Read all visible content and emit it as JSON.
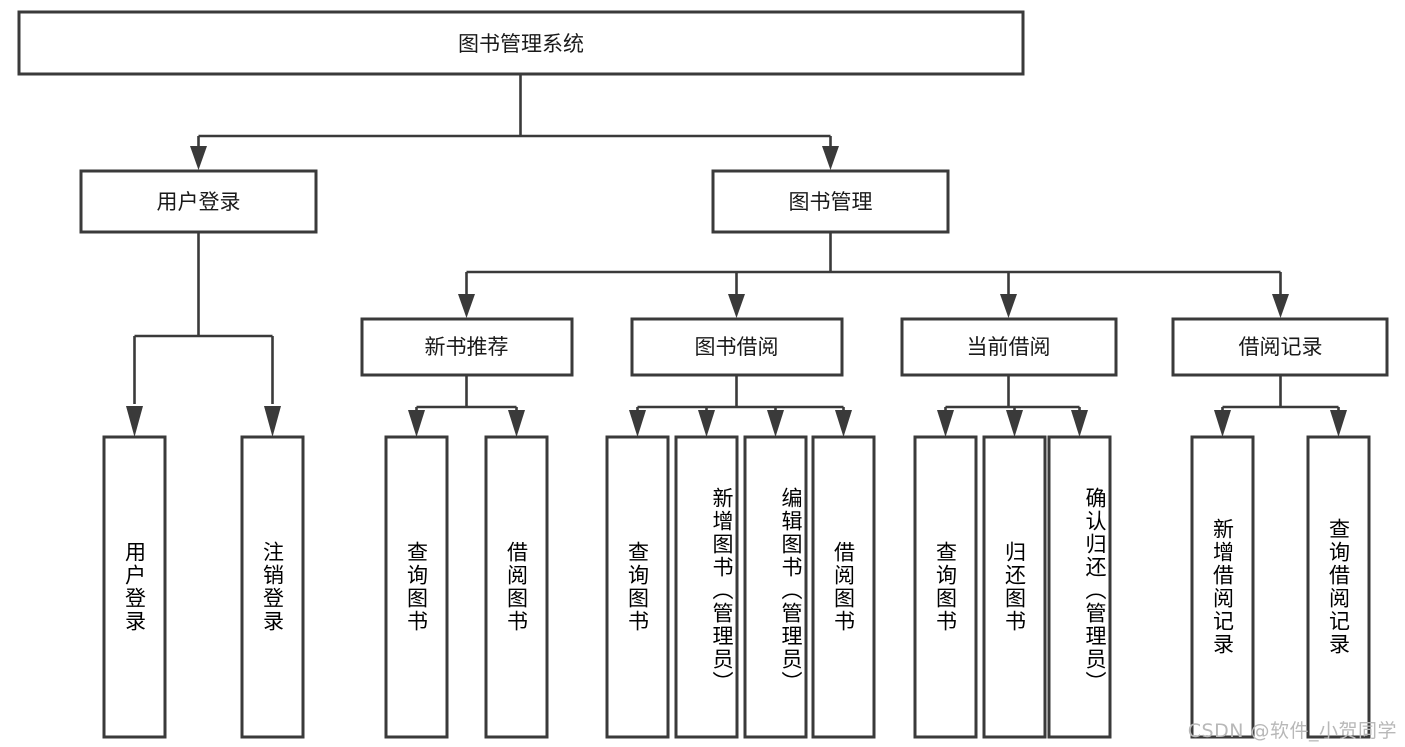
{
  "diagram": {
    "title": "图书管理系统",
    "watermark": "CSDN @软件_小贺同学",
    "line_color": "#3a3a3a",
    "box_fill": "#ffffff",
    "text_color": "#1a1a1a",
    "watermark_color": "#b8b8b8",
    "root": {
      "id": "root",
      "label": "图书管理系统",
      "level": 1,
      "orientation": "horizontal"
    },
    "level2": [
      {
        "id": "user-login",
        "label": "用户登录",
        "level": 2,
        "orientation": "horizontal"
      },
      {
        "id": "book-manage",
        "label": "图书管理",
        "level": 2,
        "orientation": "horizontal"
      }
    ],
    "level3": [
      {
        "id": "new-book-rec",
        "label": "新书推荐",
        "level": 3,
        "orientation": "horizontal",
        "parent": "book-manage"
      },
      {
        "id": "book-borrow",
        "label": "图书借阅",
        "level": 3,
        "orientation": "horizontal",
        "parent": "book-manage"
      },
      {
        "id": "current-borrow",
        "label": "当前借阅",
        "level": 3,
        "orientation": "horizontal",
        "parent": "book-manage"
      },
      {
        "id": "borrow-record",
        "label": "借阅记录",
        "level": 3,
        "orientation": "horizontal",
        "parent": "book-manage"
      }
    ],
    "leaves": [
      {
        "id": "leaf-user-login",
        "label": "用户登录",
        "parent": "user-login",
        "orientation": "vertical"
      },
      {
        "id": "leaf-logout-login",
        "label": "注销登录",
        "parent": "user-login",
        "orientation": "vertical"
      },
      {
        "id": "leaf-query-book-1",
        "label": "查询图书",
        "parent": "new-book-rec",
        "orientation": "vertical"
      },
      {
        "id": "leaf-borrow-book-1",
        "label": "借阅图书",
        "parent": "new-book-rec",
        "orientation": "vertical"
      },
      {
        "id": "leaf-query-book-2",
        "label": "查询图书",
        "parent": "book-borrow",
        "orientation": "vertical"
      },
      {
        "id": "leaf-add-book",
        "label": "新增图书（管理员）",
        "parent": "book-borrow",
        "orientation": "vertical"
      },
      {
        "id": "leaf-edit-book",
        "label": "编辑图书（管理员）",
        "parent": "book-borrow",
        "orientation": "vertical"
      },
      {
        "id": "leaf-borrow-book-2",
        "label": "借阅图书",
        "parent": "book-borrow",
        "orientation": "vertical"
      },
      {
        "id": "leaf-query-book-3",
        "label": "查询图书",
        "parent": "current-borrow",
        "orientation": "vertical"
      },
      {
        "id": "leaf-return-book",
        "label": "归还图书",
        "parent": "current-borrow",
        "orientation": "vertical"
      },
      {
        "id": "leaf-confirm-return",
        "label": "确认归还（管理员）",
        "parent": "current-borrow",
        "orientation": "vertical"
      },
      {
        "id": "leaf-add-record",
        "label": "新增借阅记录",
        "parent": "borrow-record",
        "orientation": "vertical"
      },
      {
        "id": "leaf-query-record",
        "label": "查询借阅记录",
        "parent": "borrow-record",
        "orientation": "vertical"
      }
    ]
  }
}
